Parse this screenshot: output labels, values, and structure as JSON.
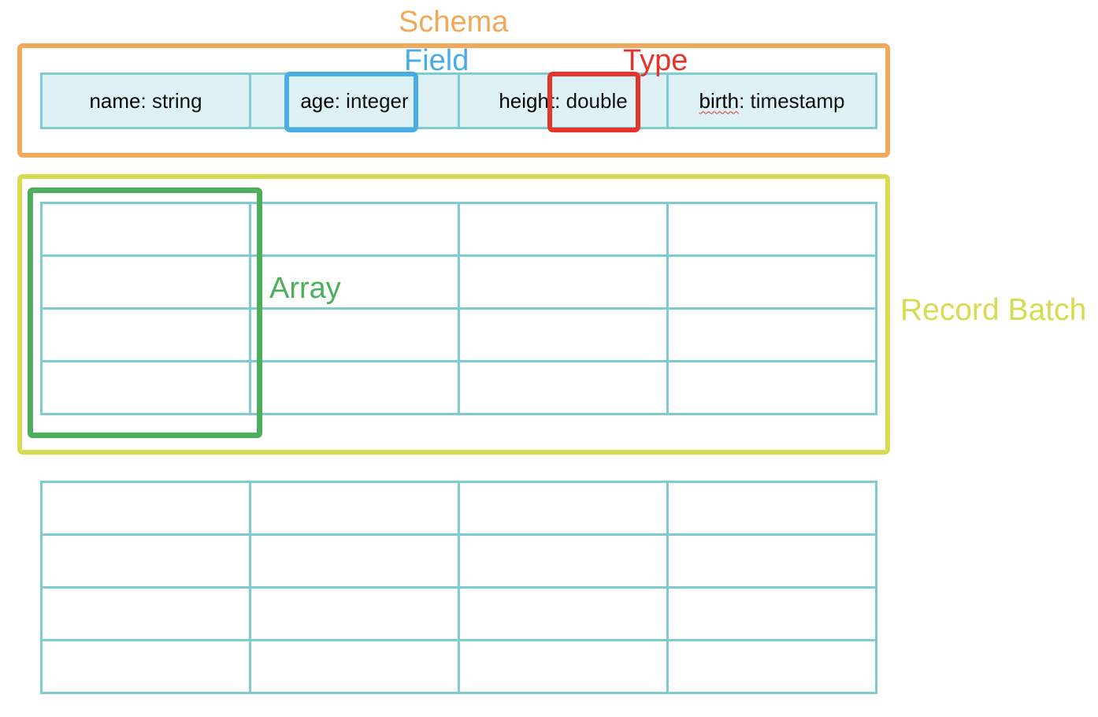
{
  "labels": {
    "schema": "Schema",
    "field": "Field",
    "type": "Type",
    "array": "Array",
    "record_batch": "Record Batch"
  },
  "schema_fields": [
    {
      "name": "name",
      "type": "string"
    },
    {
      "name": "age",
      "type": "integer"
    },
    {
      "name": "height",
      "type": "double"
    },
    {
      "name": "birth",
      "type": "timestamp"
    }
  ],
  "colors": {
    "schema": "#f0a95a",
    "field": "#49ade5",
    "type": "#e5352b",
    "array": "#4caf5d",
    "record_batch": "#d8da50",
    "grid": "#7ecbd0",
    "header_fill": "#def2f5"
  }
}
